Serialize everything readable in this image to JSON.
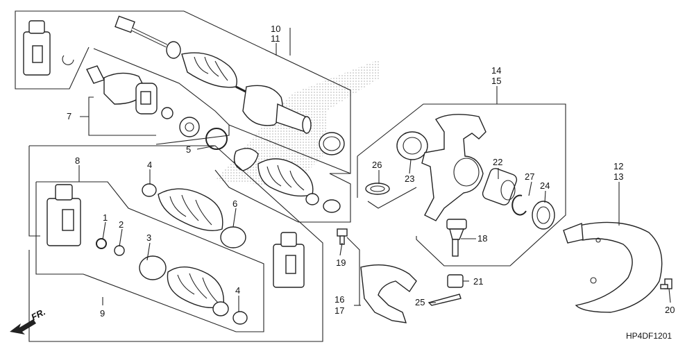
{
  "diagram": {
    "callouts": {
      "c1": "1",
      "c2": "2",
      "c3": "3",
      "c4a": "4",
      "c4b": "4",
      "c5": "5",
      "c6": "6",
      "c7": "7",
      "c8": "8",
      "c9": "9",
      "c10": "10",
      "c11": "11",
      "c12": "12",
      "c13": "13",
      "c14": "14",
      "c15": "15",
      "c16": "16",
      "c17": "17",
      "c18": "18",
      "c19": "19",
      "c20": "20",
      "c21": "21",
      "c22": "22",
      "c23": "23",
      "c24": "24",
      "c25": "25",
      "c26": "26",
      "c27": "27"
    },
    "direction_label": "FR.",
    "figure_code": "HP4DF1201"
  }
}
